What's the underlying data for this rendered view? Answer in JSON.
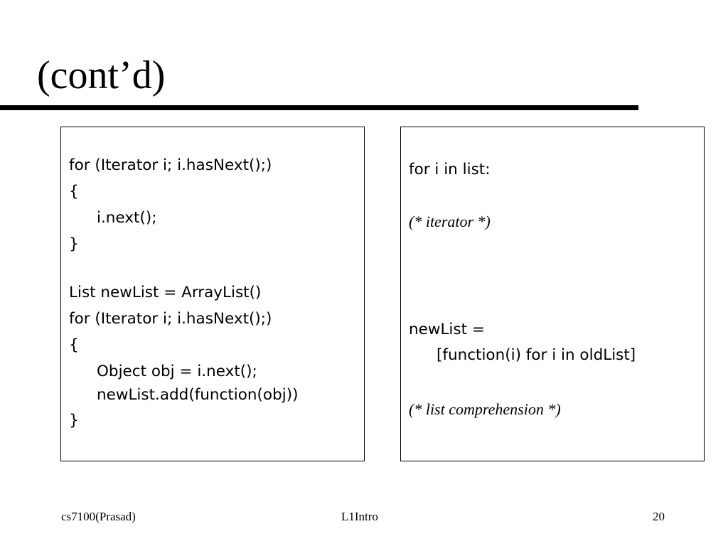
{
  "slide": {
    "title": "(cont’d)"
  },
  "left_box": {
    "lines": [
      "for (Iterator i; i.hasNext();)",
      "{",
      "i.next();",
      "}",
      "List newList = ArrayList()",
      "for (Iterator i; i.hasNext();)",
      "{",
      "Object obj = i.next();",
      "newList.add(function(obj))",
      "}"
    ]
  },
  "right_box": {
    "line1": "for i in list:",
    "comment1": "(* iterator *)",
    "line2": "newList =",
    "line3": "[function(i) for i in oldList]",
    "comment2": "(* list comprehension *)"
  },
  "footer": {
    "left": "cs7100(Prasad)",
    "center": "L1Intro",
    "right": "20"
  }
}
